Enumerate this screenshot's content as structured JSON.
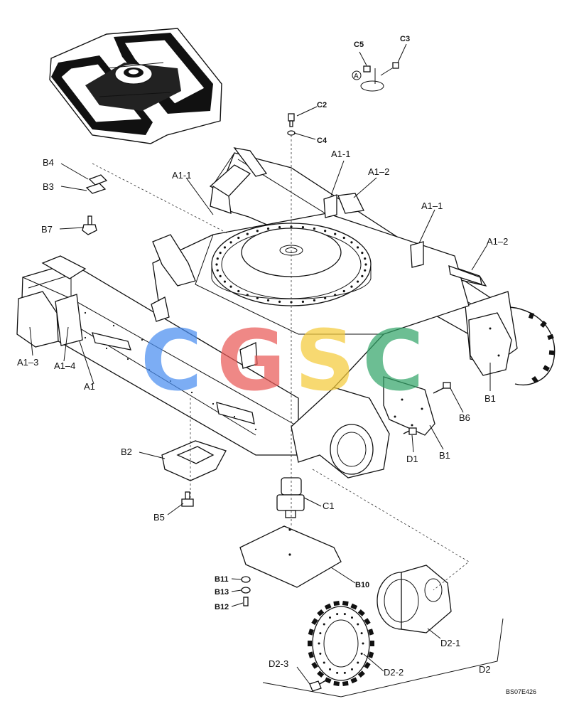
{
  "labels": {
    "C5": "C5",
    "C3": "C3",
    "A": "A",
    "C2": "C2",
    "C4": "C4",
    "A1_1_top": "A1-1",
    "A1_2_top": "A1–2",
    "A1_1_left": "A1-1",
    "A1_1_right": "A1–1",
    "A1_2_right": "A1–2",
    "B4": "B4",
    "B3": "B3",
    "B7": "B7",
    "A1_3": "A1–3",
    "A1_4": "A1–4",
    "A1": "A1",
    "B1_top": "B1",
    "B6": "B6",
    "D1": "D1",
    "B1_bottom": "B1",
    "B2": "B2",
    "B5": "B5",
    "C1": "C1",
    "B11": "B11",
    "B13": "B13",
    "B12": "B12",
    "B10": "B10",
    "D2_1": "D2-1",
    "D2_2": "D2-2",
    "D2_3": "D2-3",
    "D2": "D2"
  },
  "watermark": {
    "letters": [
      "C",
      "G",
      "S",
      "C"
    ],
    "colors": [
      "#4a8ef0",
      "#ea5b58",
      "#f5cb3b",
      "#34a66a"
    ]
  },
  "drawing_code": "BS07E426"
}
